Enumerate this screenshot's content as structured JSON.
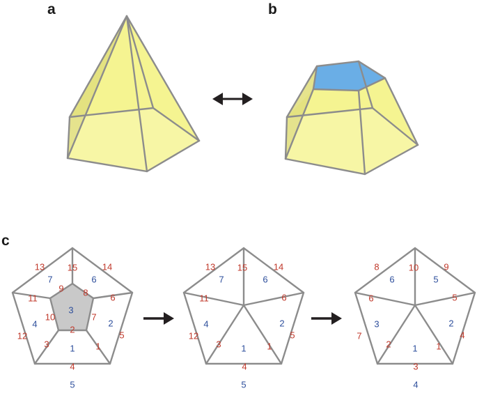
{
  "panels": {
    "a": "a",
    "b": "b",
    "c": "c"
  },
  "colors": {
    "face": "#f5f38c",
    "face_shade": "#e1de79",
    "top_face": "#6aaee6",
    "center_face": "#c9c9c9",
    "edge": "#8c8c8c",
    "edge_label": "#c0392b",
    "face_label": "#2e4f9c",
    "arrow": "#231f20"
  },
  "nets": [
    {
      "edge_labels": [
        "15",
        "14",
        "13",
        "11",
        "6",
        "9",
        "8",
        "7",
        "10",
        "2",
        "12",
        "3",
        "1",
        "5",
        "4"
      ],
      "face_labels": [
        "7",
        "6",
        "3",
        "4",
        "2",
        "1",
        "5"
      ]
    },
    {
      "edge_labels": [
        "15",
        "14",
        "13",
        "11",
        "6",
        "12",
        "3",
        "1",
        "5",
        "4"
      ],
      "face_labels": [
        "7",
        "6",
        "4",
        "2",
        "1",
        "5"
      ]
    },
    {
      "edge_labels": [
        "10",
        "9",
        "8",
        "6",
        "5",
        "7",
        "2",
        "1",
        "4",
        "3"
      ],
      "face_labels": [
        "6",
        "5",
        "3",
        "2",
        "1",
        "4"
      ]
    }
  ]
}
